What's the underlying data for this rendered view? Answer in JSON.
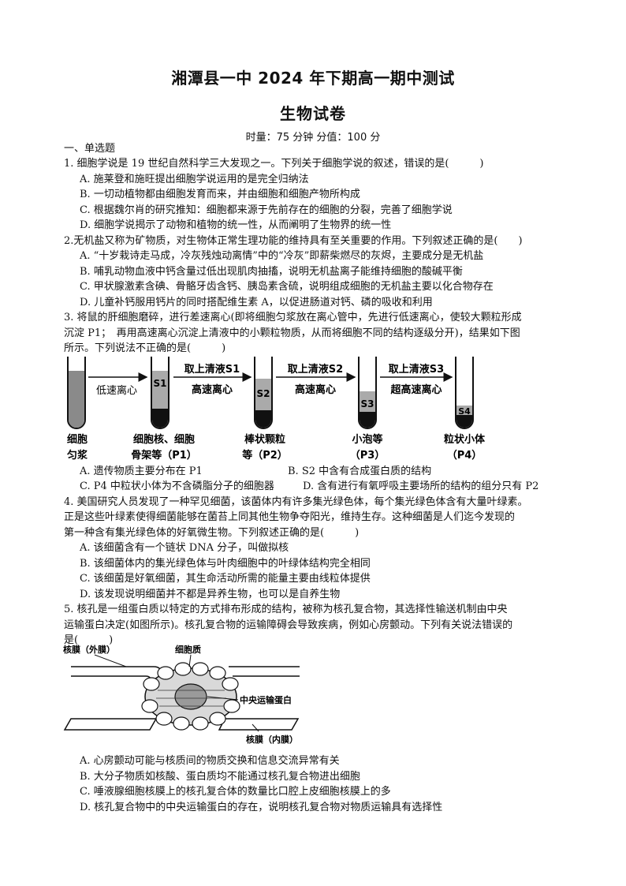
{
  "header": {
    "title": "湘潭县一中 2024 年下期高一期中测试",
    "subtitle": "生物试卷",
    "info": "时量：75 分钟 分值：100 分"
  },
  "section": "一、单选题",
  "questions": [
    {
      "lines": [
        "1. 细胞学说是 19 世纪自然科学三大发现之一。下列关于细胞学说的叙述，错误的是(　　　)"
      ],
      "options": [
        "A. 施莱登和施旺提出细胞学说运用的是完全归纳法",
        "B. 一切动植物都由细胞发育而来，并由细胞和细胞产物所构成",
        "C. 根据魏尔肖的研究推知：细胞都来源于先前存在的细胞的分裂，完善了细胞学说",
        "D. 细胞学说揭示了动物和植物的统一性，从而阐明了生物界的统一性"
      ]
    },
    {
      "lines": [
        "2.无机盐又称为矿物质，对生物体正常生理功能的维持具有至关重要的作用。下列叙述正确的是(　　)"
      ],
      "options": [
        "A. “十岁栽诗走马成，冷灰残烛动离情”中的“冷灰”即薪柴燃尽的灰烬，主要成分是无机盐",
        "B. 哺乳动物血液中钙含量过低出现肌肉抽搐，说明无机盐离子能维持细胞的酸碱平衡",
        "C. 甲状腺激素含碘、骨骼牙齿含钙、胰岛素含硫，说明组成细胞的无机盐主要以化合物存在",
        "D. 儿童补钙服用钙片的同时搭配维生素 A，以促进肠道对钙、磷的吸收和利用"
      ]
    },
    {
      "lines": [
        "3. 将鼠的肝细胞磨碎，进行差速离心(即将细胞匀浆放在离心管中，先进行低速离心，使较大颗粒形成",
        "沉淀 P1；　再用高速离心沉淀上清液中的小颗粒物质，从而将细胞不同的结构逐级分开)，结果如下图",
        "所示。下列说法不正确的是(　　　)"
      ],
      "figure": {
        "steps": [
          "低速离心",
          "取上清液S1",
          "高速离心",
          "取上清液S2",
          "高速离心",
          "取上清液S3",
          "超高速离心"
        ],
        "tube_labels": [
          "S1",
          "S2",
          "S3",
          "S4"
        ],
        "captions": [
          [
            "细胞",
            "匀浆"
          ],
          [
            "细胞核、细胞",
            "骨架等（P1）"
          ],
          [
            "棒状颗粒",
            "等（P2）"
          ],
          [
            "小泡等",
            "（P3）"
          ],
          [
            "粒状小体",
            "（P4）"
          ]
        ]
      },
      "options": [
        "A. 遗传物质主要分布在 P1",
        "B. S2 中含有合成蛋白质的结构",
        "C. P4 中粒状小体为不含磷脂分子的细胞器",
        "D. 含有进行有氧呼吸主要场所的结构的组分只有 P2"
      ]
    },
    {
      "lines": [
        "4. 美国研究人员发现了一种罕见细菌，该菌体内有许多集光绿色体，每个集光绿色体含有大量叶绿素。",
        "正是这些叶绿素使得细菌能够在菌苔上同其他生物争夺阳光，维持生存。这种细菌是人们迄今发现的",
        "第一种含有集光绿色体的好氧微生物。下列叙述正确的是(　　　)"
      ],
      "options": [
        "A. 该细菌含有一个链状 DNA 分子，叫做拟核",
        "B. 该细菌体内的集光绿色体与叶肉细胞中的叶绿体结构完全相同",
        "C. 该细菌是好氧细菌，其生命活动所需的能量主要由线粒体提供",
        "D. 该发现说明细菌并不都是异养生物，也可以是自养生物"
      ]
    },
    {
      "lines": [
        "5. 核孔是一组蛋白质以特定的方式排布形成的结构，被称为核孔复合物，其选择性输送机制由中央",
        "运输蛋白决定(如图所示)。核孔复合物的运输障碍会导致疾病，例如心房颤动。下列有关说法错误的",
        "是(　　　)"
      ],
      "figure": {
        "labels": [
          "核膜（外膜）",
          "细胞质",
          "中央运输蛋白",
          "核膜（内膜）"
        ]
      },
      "options": [
        "A. 心房颤动可能与核质间的物质交换和信息交流异常有关",
        "B. 大分子物质如核酸、蛋白质均不能通过核孔复合物进出细胞",
        "C. 唾液腺细胞核膜上的核孔复合体的数量比口腔上皮细胞核膜上的多",
        "D. 核孔复合物中的中央运输蛋白的存在，说明核孔复合物对物质运输具有选择性"
      ]
    }
  ]
}
